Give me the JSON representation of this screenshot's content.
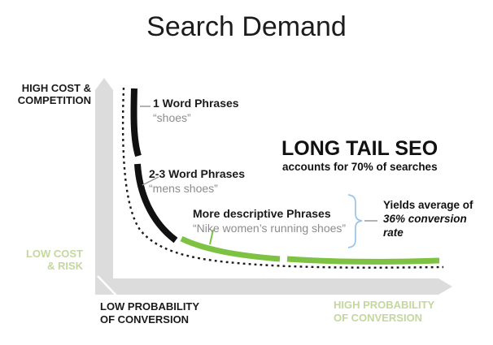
{
  "title": "Search Demand",
  "axis": {
    "y_high": {
      "line1": "HIGH COST &",
      "line2": "COMPETITION"
    },
    "y_low": {
      "line1": "LOW COST",
      "line2": "& RISK"
    },
    "x_low": {
      "line1": "LOW PROBABILITY",
      "line2": "OF CONVERSION"
    },
    "x_high": {
      "line1": "HIGH PROBABILITY",
      "line2": "OF CONVERSION"
    }
  },
  "curve_labels": {
    "one_word": {
      "title": "1 Word Phrases",
      "example": "“shoes”"
    },
    "two_three_word": {
      "title": "2-3 Word Phrases",
      "example": "“mens shoes”"
    },
    "descriptive": {
      "title": "More descriptive  Phrases",
      "example": "“Nike women’s running shoes”"
    }
  },
  "long_tail": {
    "title": "LONG TAIL SEO",
    "subtitle": "accounts for 70% of searches"
  },
  "yields": {
    "line1": "Yields average of",
    "line2": "36% conversion",
    "line3": "rate"
  },
  "icons": {
    "y_axis": "up-arrow",
    "x_axis": "right-arrow",
    "brace": "right-curly-brace"
  },
  "colors": {
    "curve_black": "#111111",
    "curve_green": "#7dc242",
    "pale_green_text": "#c4d79d",
    "axis_gray": "#dcdcdc",
    "muted_gray_text": "#8c8c8c",
    "brace_blue": "#9cc2e5",
    "dotted_line": "#1a1a1a"
  }
}
